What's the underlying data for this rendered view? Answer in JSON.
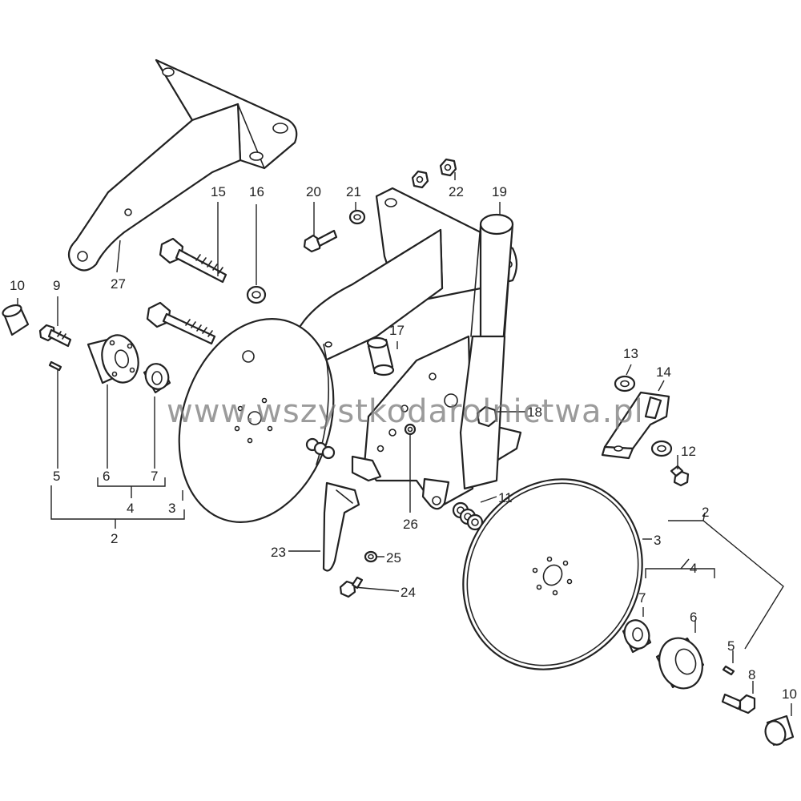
{
  "watermark": "www.wszystkodarolnictwa.pl",
  "callouts": [
    {
      "id": "c27",
      "label": "27"
    },
    {
      "id": "c15",
      "label": "15"
    },
    {
      "id": "c16",
      "label": "16"
    },
    {
      "id": "c20",
      "label": "20"
    },
    {
      "id": "c21",
      "label": "21"
    },
    {
      "id": "c22",
      "label": "22"
    },
    {
      "id": "c19",
      "label": "19"
    },
    {
      "id": "c10a",
      "label": "10"
    },
    {
      "id": "c9",
      "label": "9"
    },
    {
      "id": "c17",
      "label": "17"
    },
    {
      "id": "c18",
      "label": "18"
    },
    {
      "id": "c13",
      "label": "13"
    },
    {
      "id": "c14",
      "label": "14"
    },
    {
      "id": "c12",
      "label": "12"
    },
    {
      "id": "c5a",
      "label": "5"
    },
    {
      "id": "c6a",
      "label": "6"
    },
    {
      "id": "c7a",
      "label": "7"
    },
    {
      "id": "c4a",
      "label": "4"
    },
    {
      "id": "c3a",
      "label": "3"
    },
    {
      "id": "c2a",
      "label": "2"
    },
    {
      "id": "c26",
      "label": "26"
    },
    {
      "id": "c11",
      "label": "11"
    },
    {
      "id": "c23",
      "label": "23"
    },
    {
      "id": "c25",
      "label": "25"
    },
    {
      "id": "c24",
      "label": "24"
    },
    {
      "id": "c2b",
      "label": "2"
    },
    {
      "id": "c3b",
      "label": "3"
    },
    {
      "id": "c4b",
      "label": "4"
    },
    {
      "id": "c7b",
      "label": "7"
    },
    {
      "id": "c6b",
      "label": "6"
    },
    {
      "id": "c5b",
      "label": "5"
    },
    {
      "id": "c8",
      "label": "8"
    },
    {
      "id": "c10b",
      "label": "10"
    }
  ]
}
